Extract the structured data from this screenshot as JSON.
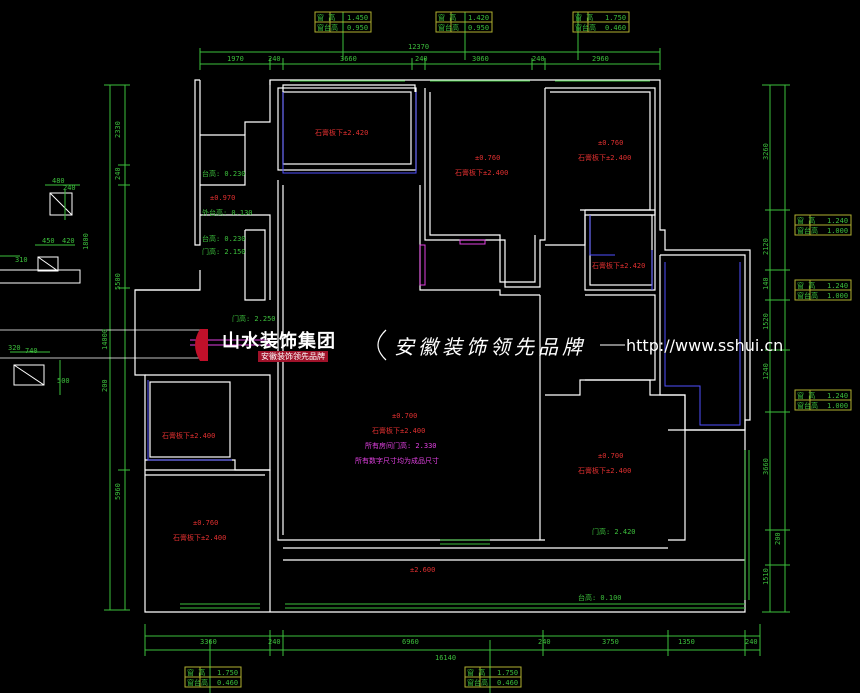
{
  "title_labels": {
    "window_top": [
      {
        "label": "窗  高",
        "value": "1.450",
        "sill_label": "窗台高",
        "sill": "0.950"
      },
      {
        "label": "窗  高",
        "value": "1.420",
        "sill_label": "窗台高",
        "sill": "0.950"
      },
      {
        "label": "窗  高",
        "value": "1.750",
        "sill_label": "窗台高",
        "sill": "0.460"
      }
    ],
    "window_right": [
      {
        "label": "窗  高",
        "value": "1.240",
        "sill_label": "窗台高",
        "sill": "1.000"
      },
      {
        "label": "窗  高",
        "value": "1.240",
        "sill_label": "窗台高",
        "sill": "1.000"
      },
      {
        "label": "窗  高",
        "value": "1.240",
        "sill_label": "窗台高",
        "sill": "1.000"
      }
    ],
    "window_bottom": [
      {
        "label": "窗  高",
        "value": "1.750",
        "sill_label": "窗台高",
        "sill": "0.460"
      },
      {
        "label": "窗  高",
        "value": "1.750",
        "sill_label": "窗台高",
        "sill": "0.460"
      }
    ]
  },
  "dimensions": {
    "top_total": "12370",
    "top_segments": [
      "1970",
      "240",
      "3660",
      "240",
      "3060",
      "240",
      "2960"
    ],
    "bottom_total": "16140",
    "bottom_segments": [
      "3360",
      "240",
      "6960",
      "240",
      "3750",
      "1350",
      "240"
    ],
    "left": [
      "2330",
      "240",
      "1800",
      "5500",
      "14000",
      "5960",
      "200"
    ],
    "right": [
      "3260",
      "2120",
      "140",
      "1520",
      "1240",
      "3660",
      "200",
      "1510"
    ],
    "small_left": [
      "480",
      "240",
      "450",
      "420",
      "310",
      "320",
      "740",
      "500"
    ]
  },
  "room_labels": {
    "master_ceiling": "石膏板下±2.420",
    "bed2_level": "±0.760",
    "bed2_ceiling": "石膏板下±2.400",
    "bed3_level": "±0.760",
    "bed3_ceiling": "石膏板下±2.400",
    "bath_ceiling": "石膏板下±2.420",
    "living_level": "±0.700",
    "living_ceiling": "石膏板下±2.400",
    "living_door": "所有房间门高: 2.330",
    "living_note": "所有数字尺寸均为成品尺寸",
    "left_bath_ceiling": "石膏板下±2.400",
    "left_bed_level": "±0.760",
    "left_bed_ceiling": "石膏板下±2.400",
    "right_room_level": "±0.700",
    "right_room_ceiling": "石膏板下±2.400",
    "right_door": "门高: 2.420",
    "balcony_level": "±2.600",
    "balcony_note": "台高: 0.100",
    "kitchen_level_1": "台高: 0.230",
    "kitchen_level_2": "±0.970",
    "kitchen_level_3": "外台高: 0.130",
    "kitchen_level_4": "台高: 0.230",
    "kitchen_level_5": "门高: 2.150",
    "entry_door": "门高: 2.250"
  },
  "banner": {
    "logo_title": "山水装饰集团",
    "logo_sub": "安徽装饰领先品牌",
    "slogan": "安徽装饰领先品牌",
    "website": "http://www.sshui.cn"
  },
  "colors": {
    "background": "#000000",
    "wall": "#ffffff",
    "dimension": "#3cbf3c",
    "label_red": "#e03030",
    "label_magenta": "#e040e0",
    "fixture": "#5050ff",
    "window_box": "#b0b030"
  }
}
